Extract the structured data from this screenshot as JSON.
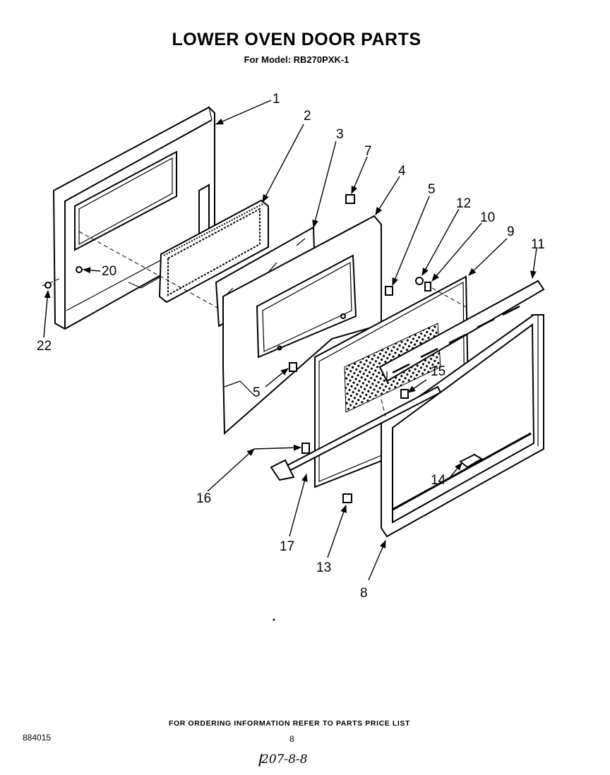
{
  "title": "LOWER OVEN DOOR PARTS",
  "subtitle": "For Model: RB270PXK-1",
  "callouts": [
    {
      "id": "callout-1",
      "label": "1"
    },
    {
      "id": "callout-2",
      "label": "2"
    },
    {
      "id": "callout-3",
      "label": "3"
    },
    {
      "id": "callout-7",
      "label": "7"
    },
    {
      "id": "callout-4",
      "label": "4"
    },
    {
      "id": "callout-5-top",
      "label": "5"
    },
    {
      "id": "callout-12",
      "label": "12"
    },
    {
      "id": "callout-10",
      "label": "10"
    },
    {
      "id": "callout-9",
      "label": "9"
    },
    {
      "id": "callout-11",
      "label": "11"
    },
    {
      "id": "callout-20",
      "label": "20"
    },
    {
      "id": "callout-22",
      "label": "22"
    },
    {
      "id": "callout-5-bottom",
      "label": "5"
    },
    {
      "id": "callout-15",
      "label": "15"
    },
    {
      "id": "callout-16",
      "label": "16"
    },
    {
      "id": "callout-14",
      "label": "14"
    },
    {
      "id": "callout-17",
      "label": "17"
    },
    {
      "id": "callout-13",
      "label": "13"
    },
    {
      "id": "callout-8",
      "label": "8"
    }
  ],
  "footer": {
    "ordering_note": "FOR ORDERING INFORMATION REFER TO PARTS PRICE LIST",
    "doc_number": "884015",
    "page_number": "8",
    "handwritten_code": "207-8-8"
  }
}
